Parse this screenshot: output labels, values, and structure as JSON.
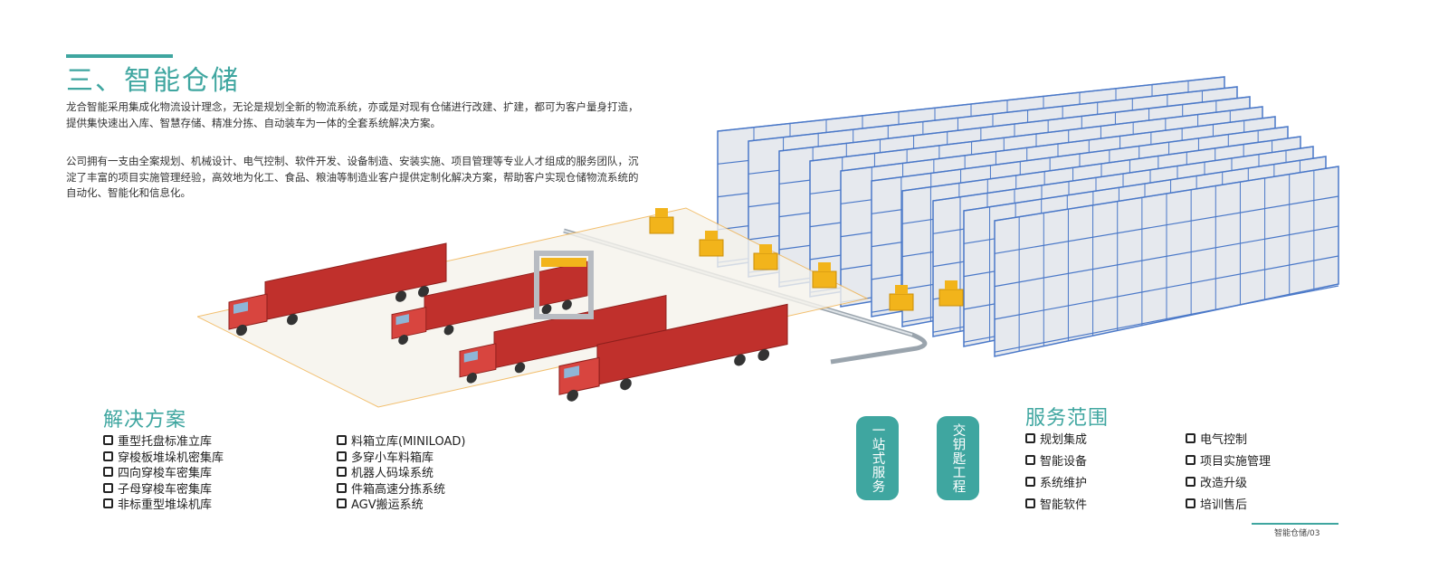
{
  "header": {
    "title": "三、智能仓储"
  },
  "intro": {
    "p1": "龙合智能采用集成化物流设计理念，无论是规划全新的物流系统，亦或是对现有仓储进行改建、扩建，都可为客户量身打造，提供集快速出入库、智慧存储、精准分拣、自动装车为一体的全套系统解决方案。",
    "p2": "公司拥有一支由全案规划、机械设计、电气控制、软件开发、设备制造、安装实施、项目管理等专业人才组成的服务团队，沉淀了丰富的项目实施管理经验，高效地为化工、食品、粮油等制造业客户提供定制化解决方案，帮助客户实现仓储物流系统的自动化、智能化和信息化。"
  },
  "solutions": {
    "title": "解决方案",
    "col1": [
      "重型托盘标准立库",
      "穿梭板堆垛机密集库",
      "四向穿梭车密集库",
      "子母穿梭车密集库",
      "非标重型堆垛机库"
    ],
    "col2": [
      "料箱立库(MINILOAD)",
      "多穿小车料箱库",
      "机器人码垛系统",
      "件箱高速分拣系统",
      "AGV搬运系统"
    ]
  },
  "badges": [
    "一站式服务",
    "交钥匙工程"
  ],
  "services": {
    "title": "服务范围",
    "col1": [
      "规划集成",
      "智能设备",
      "系统维护",
      "智能软件"
    ],
    "col2": [
      "电气控制",
      "项目实施管理",
      "改造升级",
      "培训售后"
    ]
  },
  "footer": {
    "page": "智能仓储/03"
  },
  "colors": {
    "accent": "#3fa6a0",
    "rack_blue": "#4a78c8",
    "truck_red": "#c0302c",
    "crane_yellow": "#f2b41b"
  }
}
